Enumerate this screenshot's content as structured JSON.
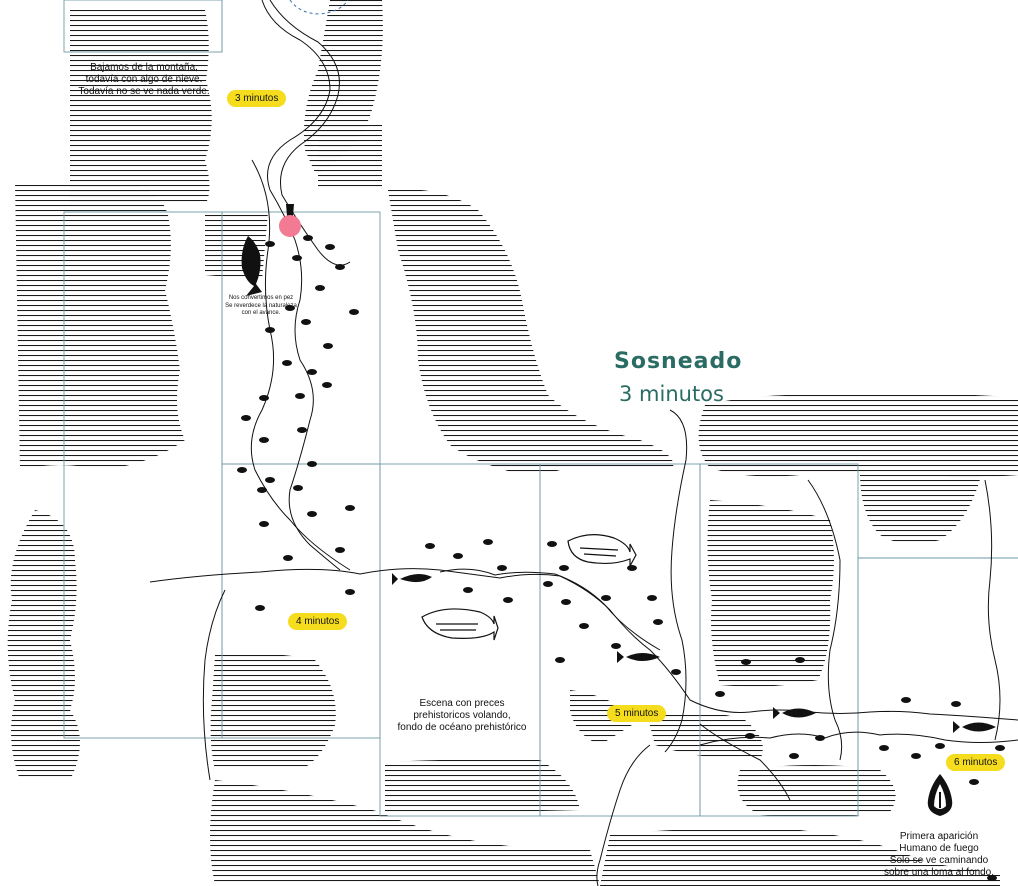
{
  "title": {
    "name": "Sosneado",
    "duration": "3 minutos"
  },
  "durations": [
    "3 minutos",
    "4 minutos",
    "5 minutos",
    "6 minutos"
  ],
  "notes": {
    "mountain": [
      "Bajamos de la montaña,",
      "todavía con algo de nieve.",
      "Todavía no se ve nada verde."
    ],
    "fish_transform": [
      "Nos convertimos en pez",
      "Se reverdece la naturaleza",
      "con el avance."
    ],
    "prehistoric": [
      "Escena con preces",
      "prehistoricos volando,",
      "fondo de océano prehistórico"
    ],
    "fire_human": [
      "Primera aparición",
      "Humano de fuego",
      "Solo se ve caminando",
      "sobre una loma al fondo."
    ]
  },
  "colors": {
    "accent": "#2a6b63",
    "pill": "#f5dc1c",
    "marker": "#f27a92",
    "grid": "#6f9aa6",
    "ink": "#111111"
  }
}
